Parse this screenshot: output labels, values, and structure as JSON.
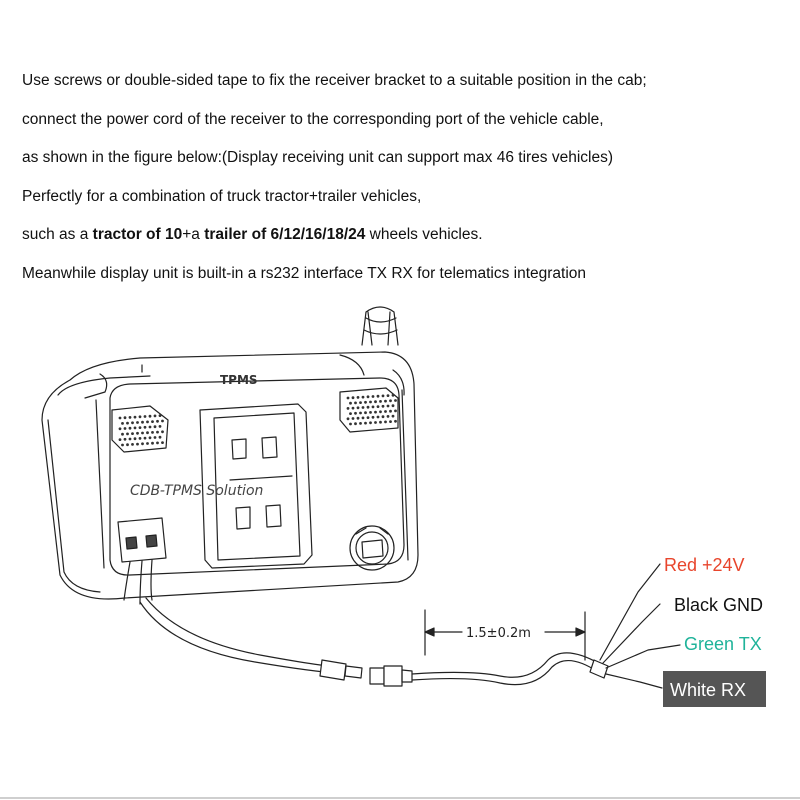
{
  "instructions": {
    "line1": "Use screws or double-sided tape to fix the receiver bracket to a suitable position in the cab;",
    "line2": "connect the power cord of the receiver to the corresponding port of the vehicle cable,",
    "line3": "as shown in the figure below:(Display receiving unit can support max 46 tires vehicles)",
    "line4": "Perfectly for a combination of truck tractor+trailer vehicles,",
    "line5": {
      "pre": "such as a ",
      "bold1": "tractor of 10",
      "mid": "+a ",
      "bold2": "trailer of 6/12/16/18/24",
      "post": " wheels vehicles."
    },
    "line6": "Meanwhile display unit is built-in a rs232 interface TX RX for telematics integration"
  },
  "diagram": {
    "device_label": "TPMS",
    "watermark": "CDB-TPMS Solution",
    "cable_length": "1.5±0.2m",
    "wires": [
      {
        "label": "Red +24V",
        "color": "#e8452c"
      },
      {
        "label": "Black GND",
        "color": "#111111"
      },
      {
        "label": "Green TX",
        "color": "#1fb39a"
      },
      {
        "label": "White RX",
        "color": "#ffffff",
        "background": "#555555"
      }
    ]
  }
}
